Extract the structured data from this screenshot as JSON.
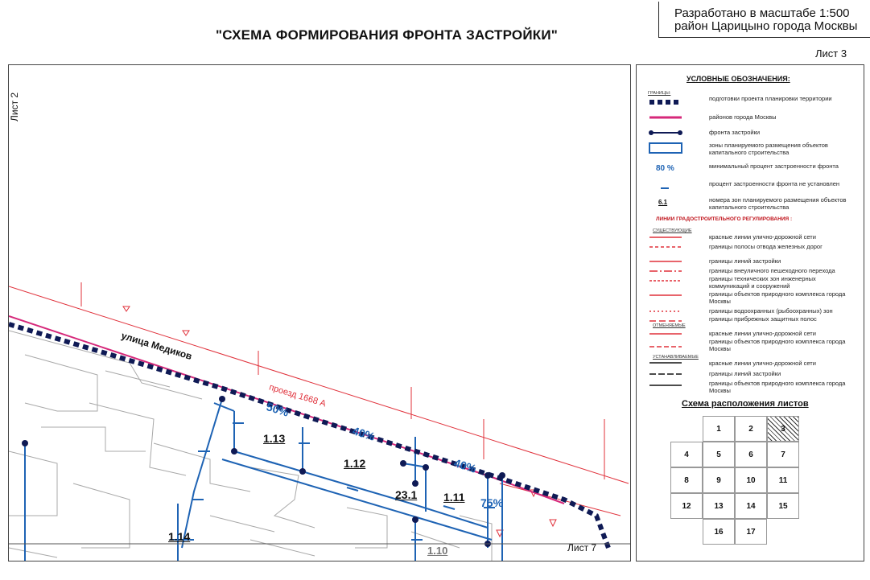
{
  "header": {
    "title": "\"СХЕМА ФОРМИРОВАНИЯ ФРОНТА ЗАСТРОЙКИ\"",
    "stamp_line1": "Разработано в масштабе 1:500",
    "stamp_line2": "район Царицыно города Москвы",
    "sheet": "Лист 3"
  },
  "map": {
    "left_sheet": "Лист 2",
    "bottom_sheet": "Лист 7",
    "street": "улица Медиков",
    "passage": "проезд 1668 А",
    "percents": [
      "50%",
      "40%",
      "40%",
      "75%"
    ],
    "zones": [
      "1.13",
      "1.12",
      "23.1",
      "1.11",
      "1.14",
      "1.10"
    ],
    "colors": {
      "front": "#1e63b4",
      "boundary": "#0f1a55",
      "red_line": "#e0303a",
      "base": "#9a9a9a"
    }
  },
  "legend": {
    "heading": "УСЛОВНЫЕ ОБОЗНАЧЕНИЯ:",
    "borders_label": "ГРАНИЦЫ:",
    "items": [
      "подготовки проекта планировки территории",
      "районов города Москвы",
      "фронта застройки",
      "зоны планируемого размещения объектов капитального строительства",
      "минимальный процент застроенности фронта",
      "процент застроенности фронта не установлен",
      "номера зон планируемого размещения объектов капитального строительства"
    ],
    "sample_percent": "80 %",
    "sample_zone": "6.1",
    "red_lines_heading": "ЛИНИИ ГРАДОСТРОИТЕЛЬНОГО РЕГУЛИРОВАНИЯ :",
    "existing_label": "СУЩЕСТВУЮЩИЕ",
    "existing_items": [
      "красные линии улично-дорожной сети",
      "границы полосы отвода железных дорог",
      "границы линий застройки",
      "границы внеуличного пешеходного перехода",
      "границы технических зон инженерных коммуникаций и сооружений",
      "границы объектов природного комплекса города Москвы",
      "границы водоохранных (рыбоохранных) зон",
      "границы прибрежных защитных полос"
    ],
    "cancelled_label": "ОТМЕНЯЕМЫЕ",
    "cancelled_items": [
      "красные линии улично-дорожной сети",
      "границы объектов природного комплекса города Москвы"
    ],
    "established_label": "УСТАНАВЛИВАЕМЫЕ",
    "established_items": [
      "красные линии улично-дорожной сети",
      "границы линий застройки",
      "границы объектов природного комплекса города Москвы"
    ],
    "schema_title": "Схема расположения листов",
    "sheet_numbers": [
      "1",
      "2",
      "3",
      "4",
      "5",
      "6",
      "7",
      "8",
      "9",
      "10",
      "11",
      "12",
      "13",
      "14",
      "15",
      "16",
      "17"
    ],
    "current_sheet": "3"
  }
}
